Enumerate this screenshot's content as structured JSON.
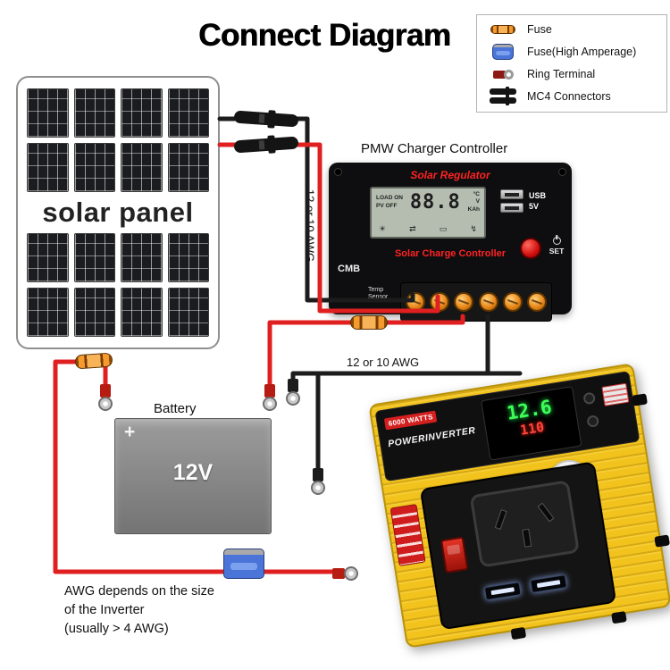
{
  "title": "Connect Diagram",
  "legend": {
    "items": [
      {
        "label": "Fuse"
      },
      {
        "label": "Fuse(High Amperage)"
      },
      {
        "label": "Ring Terminal"
      },
      {
        "label": "MC4 Connectors"
      }
    ]
  },
  "solar_panel": {
    "label": "solar panel"
  },
  "controller": {
    "heading": "PMW Charger Controller",
    "brand": "Solar Regulator",
    "subtitle": "Solar Charge Controller",
    "model": "CMB",
    "temp_sensor": "Temp Sensor",
    "usb_label": "USB",
    "usb_voltage": "5V",
    "set_label": "SET",
    "lcd": {
      "status_line1": "LOAD ON",
      "status_line2": "PV OFF",
      "value": "88.8",
      "unit1": "°C",
      "unit2": "V",
      "unit3": "KAh",
      "icons": [
        "☀",
        "⇄",
        "▭",
        "↯"
      ]
    }
  },
  "battery": {
    "heading": "Battery",
    "voltage": "12V",
    "positive_mark": "+"
  },
  "inverter": {
    "watts": "6000 WATTS",
    "brand": "POWERINVERTER",
    "display_green": "12.6",
    "display_red": "110"
  },
  "wires": {
    "solar_gauge": "12 or 10 AWG",
    "inverter_gauge": "12 or 10 AWG",
    "note_lines": [
      "AWG depends on the size",
      "of the Inverter",
      "(usually  > 4 AWG)"
    ]
  },
  "colors": {
    "wire_positive": "#e02020",
    "wire_negative": "#1c1c1c",
    "fuse_orange": "#f08c1e",
    "fuse_blue": "#4a74d8",
    "inverter_yellow": "#f2c31d",
    "battery_gray": "#8a8a8a",
    "label_red": "#ff2222"
  }
}
